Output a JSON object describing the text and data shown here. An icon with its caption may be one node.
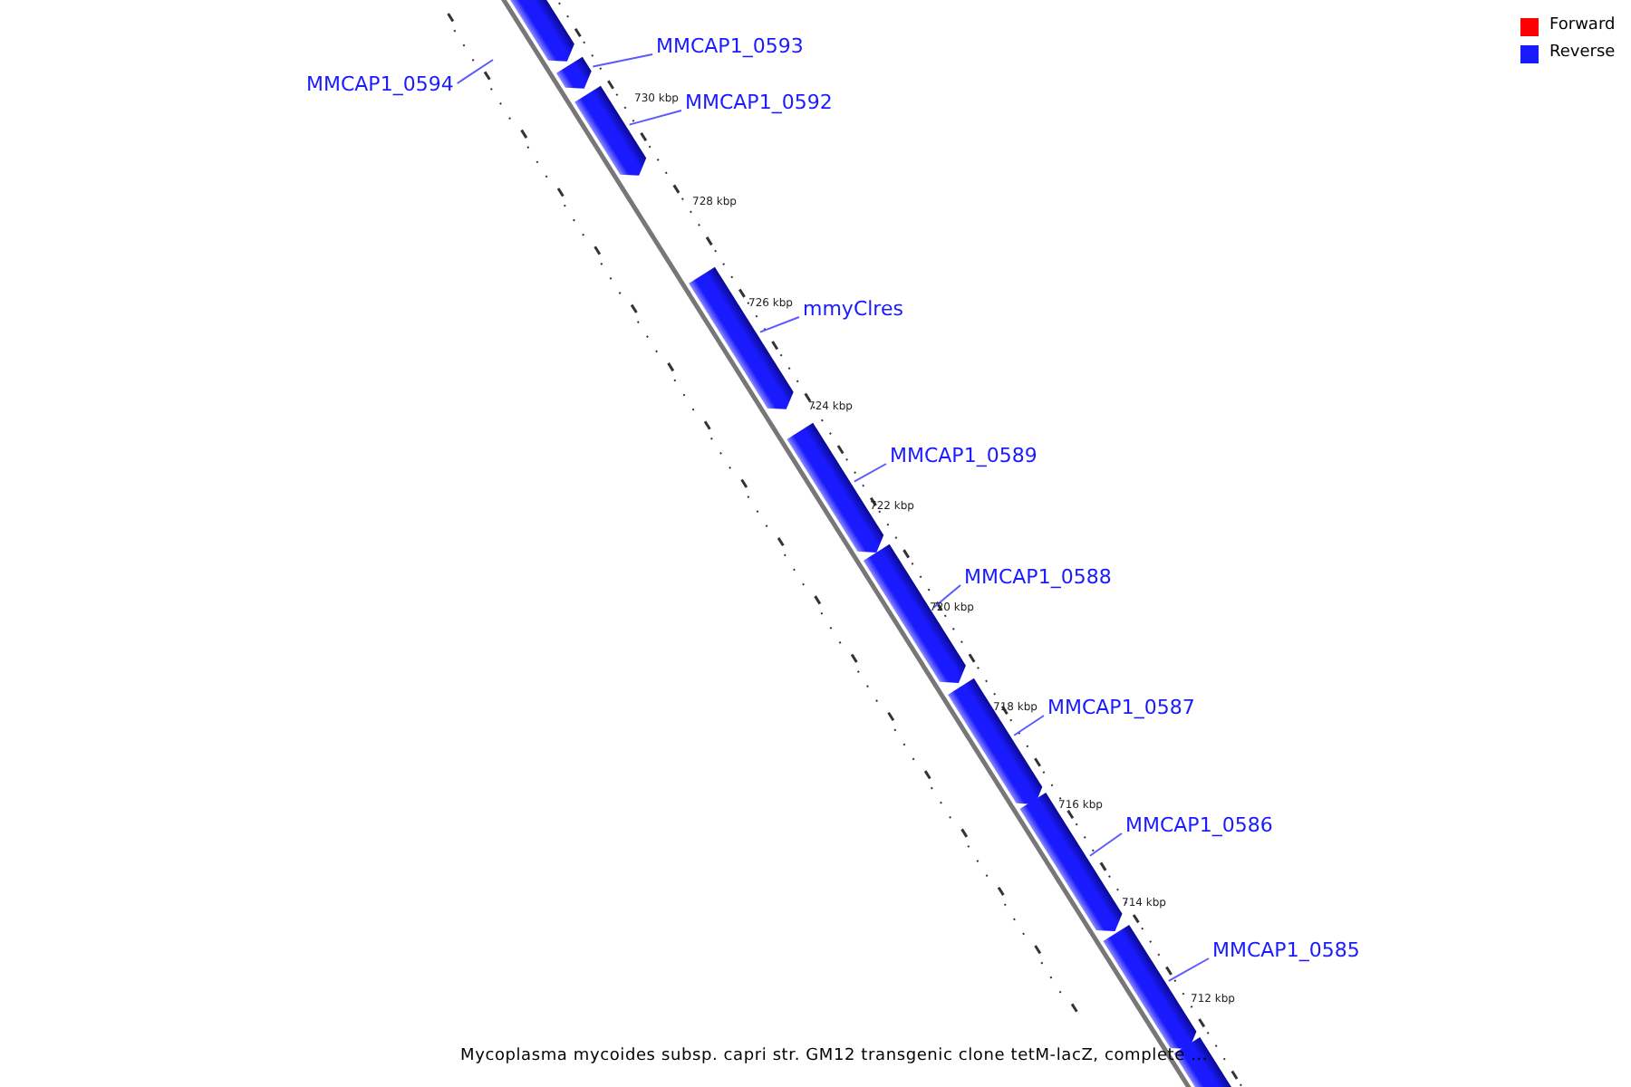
{
  "diagram": {
    "caption": "Mycoplasma mycoides subsp. capri str. GM12 transgenic clone tetM-lacZ, complete ...",
    "nodes": [
      {
        "text": [
          "MMCAP1_0593"
        ]
      },
      {
        "text": [
          "MMCAP1_0594"
        ]
      },
      {
        "text": [
          "MMCAP1_0592"
        ]
      },
      {
        "text": [
          "mmyClres"
        ]
      },
      {
        "text": [
          "MMCAP1_0589"
        ]
      },
      {
        "text": [
          "MMCAP1_0588"
        ]
      },
      {
        "text": [
          "MMCAP1_0587"
        ]
      },
      {
        "text": [
          "MMCAP1_0586"
        ]
      },
      {
        "text": [
          "MMCAP1_0585"
        ]
      },
      {
        "text": [],
        "shape": "bar"
      },
      {
        "text": [],
        "shape": "bar"
      },
      {
        "text": [],
        "shape": "bar"
      },
      {
        "text": [],
        "shape": "bar"
      },
      {
        "text": [],
        "shape": "bar"
      },
      {
        "text": [],
        "shape": "bar"
      },
      {
        "text": [],
        "shape": "bar"
      },
      {
        "text": [],
        "shape": "bar"
      },
      {
        "text": [],
        "shape": "bar"
      },
      {
        "text": [],
        "shape": "bar"
      }
    ],
    "edges": [
      {
        "from": 0,
        "to": 10,
        "arrow": "none"
      },
      {
        "from": 1,
        "to": null,
        "arrow": "none"
      },
      {
        "from": 2,
        "to": 11,
        "arrow": "none"
      },
      {
        "from": 3,
        "to": 12,
        "arrow": "none"
      },
      {
        "from": 4,
        "to": 13,
        "arrow": "none"
      },
      {
        "from": 5,
        "to": 14,
        "arrow": "none"
      },
      {
        "from": 6,
        "to": 15,
        "arrow": "none"
      },
      {
        "from": 7,
        "to": 16,
        "arrow": "none"
      },
      {
        "from": 8,
        "to": 17,
        "arrow": "none"
      }
    ],
    "labels": [
      "730 kbp",
      "728 kbp",
      "726 kbp",
      "724 kbp",
      "722 kbp",
      "720 kbp",
      "718 kbp",
      "716 kbp",
      "714 kbp",
      "712 kbp"
    ],
    "legend": [
      {
        "text": "Forward",
        "color": "#ff0000"
      },
      {
        "text": "Reverse",
        "color": "#1a1aff"
      }
    ]
  }
}
